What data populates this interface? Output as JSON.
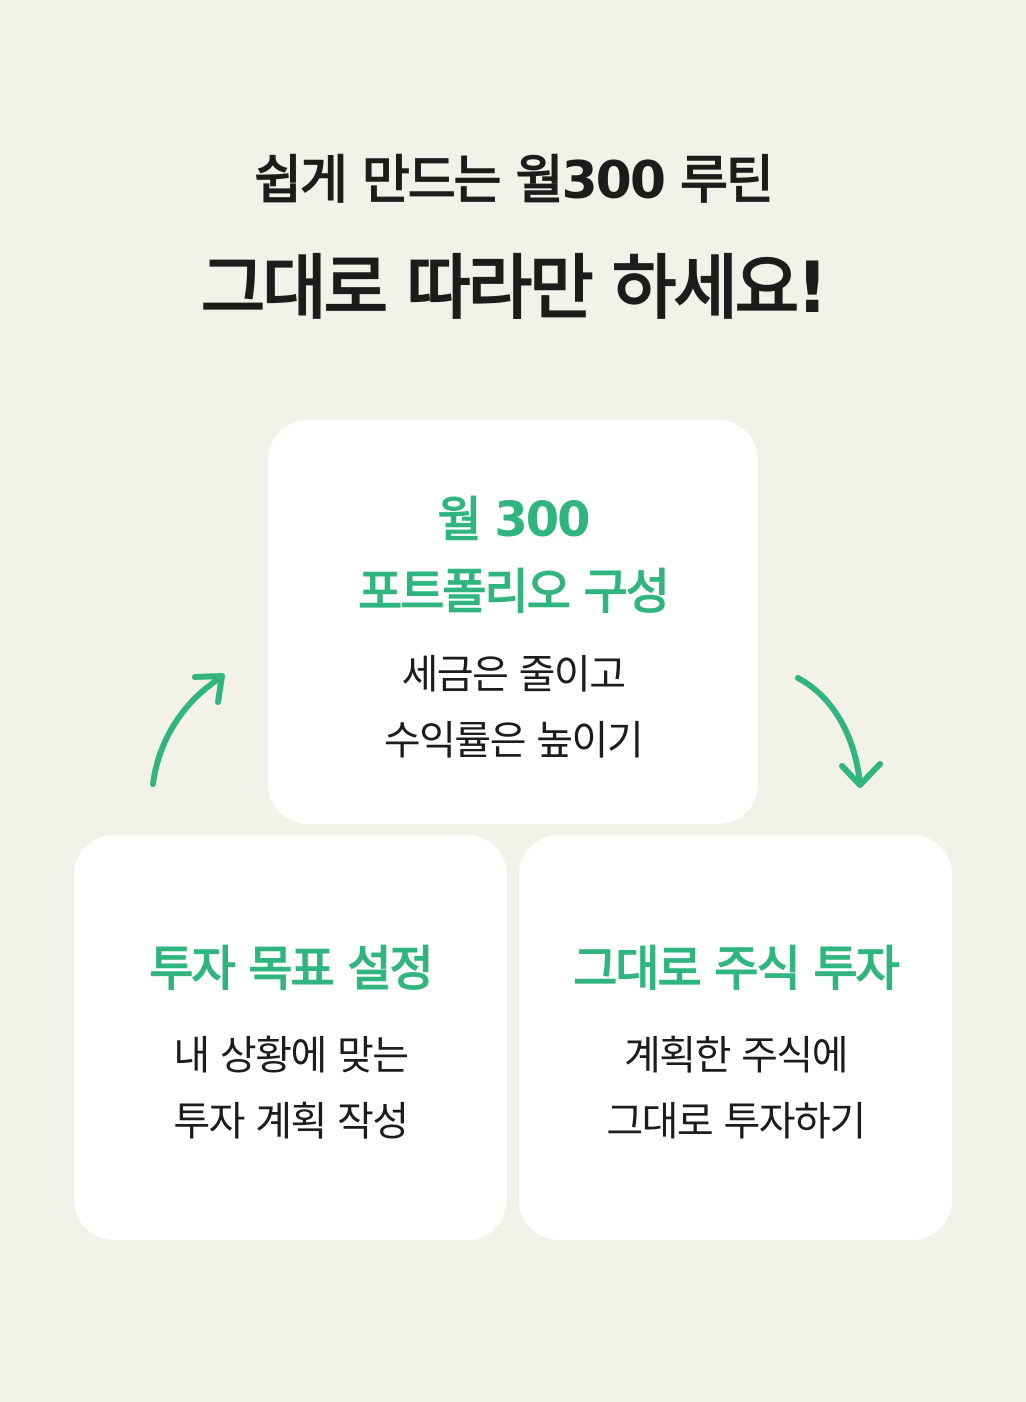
{
  "header": {
    "subtitle": "쉽게 만드는 월300 루틴",
    "title": "그대로 따라만 하세요!"
  },
  "cards": {
    "top": {
      "title_lines": [
        "월 300",
        "포트폴리오 구성"
      ],
      "desc_lines": [
        "세금은 줄이고",
        "수익률은 높이기"
      ]
    },
    "left": {
      "title_lines": [
        "투자 목표 설정"
      ],
      "desc_lines": [
        "내 상황에 맞는",
        "투자 계획 작성"
      ]
    },
    "right": {
      "title_lines": [
        "그대로 주식 투자"
      ],
      "desc_lines": [
        "계획한 주식에",
        "그대로 투자하기"
      ]
    }
  },
  "icons": {
    "left_arrow": "curved-arrow-up-right-icon",
    "right_arrow": "curved-arrow-down-right-icon"
  },
  "colors": {
    "background": "#f3f2ea",
    "card": "#ffffff",
    "accent": "#2fb57d",
    "text": "#1c1c1c"
  }
}
